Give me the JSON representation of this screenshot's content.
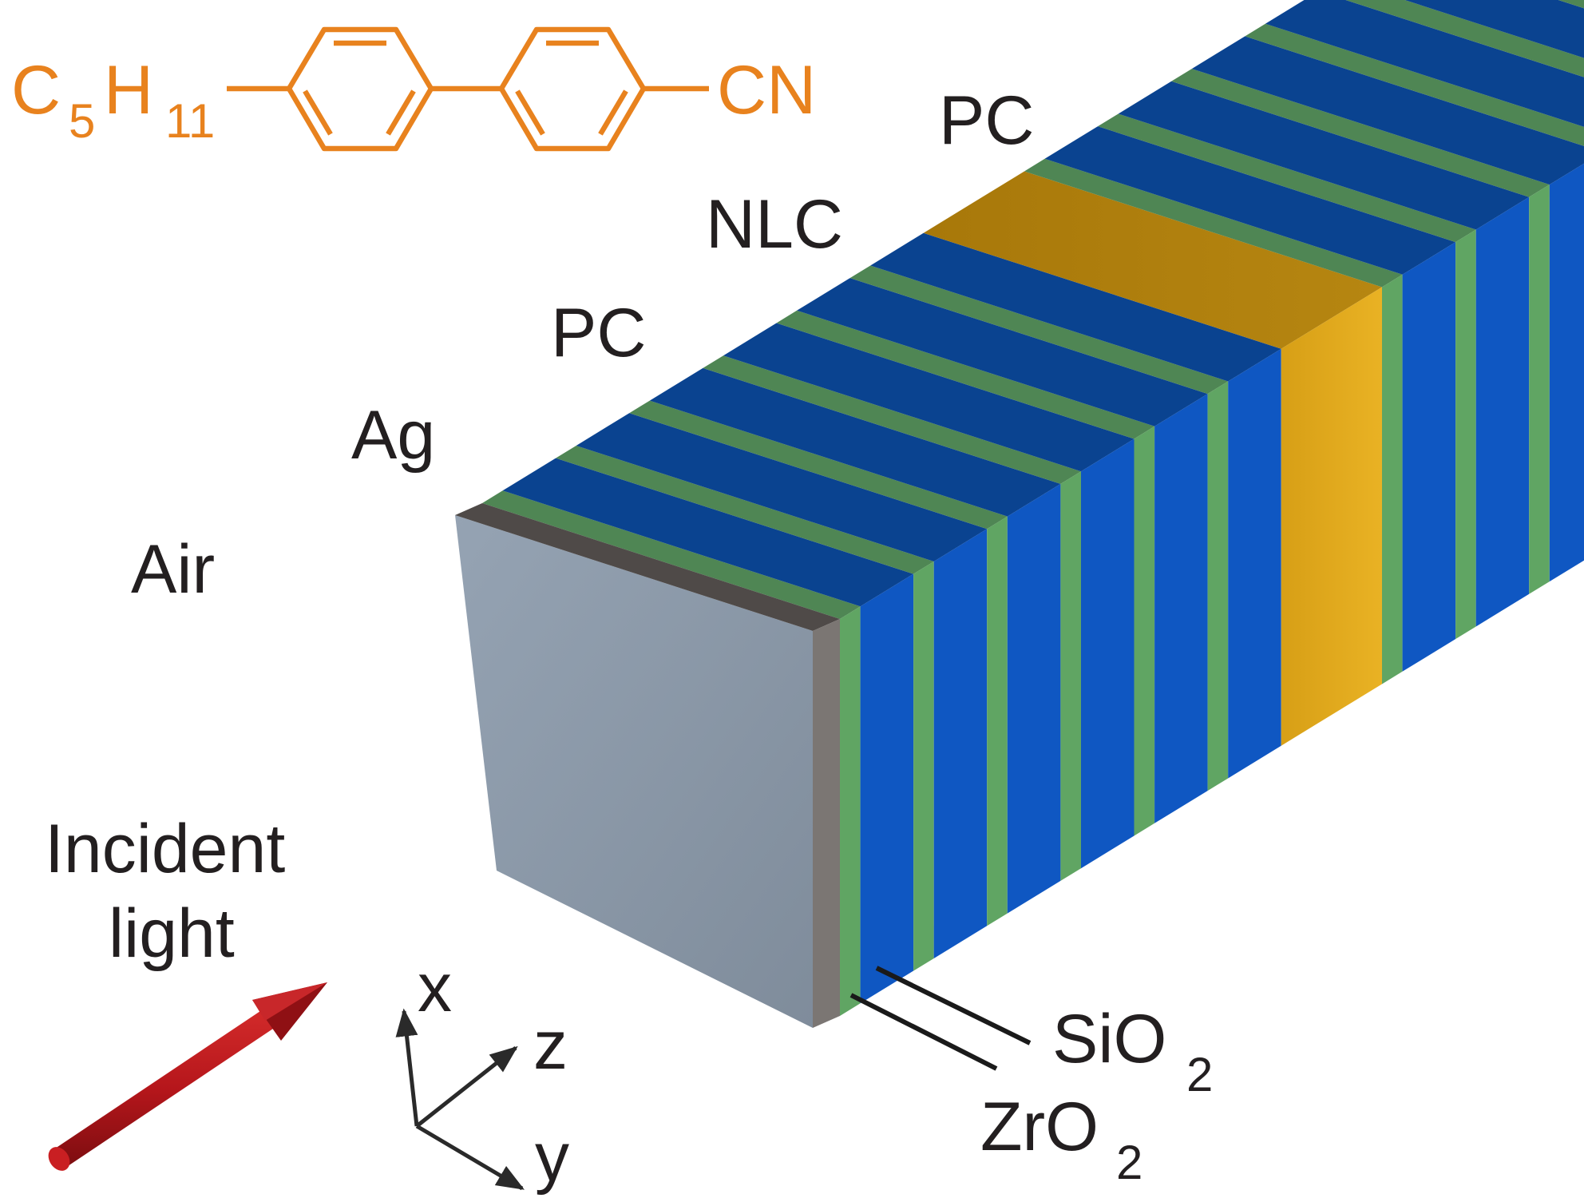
{
  "molecule": {
    "alkyl_main": "C",
    "alkyl_sub1": "5",
    "alkyl_h": "H",
    "alkyl_sub2": "11",
    "nitrile": "CN",
    "color": "#e8821e"
  },
  "labels": {
    "air": "Air",
    "ag": "Ag",
    "pc_left": "PC",
    "nlc": "NLC",
    "pc_right": "PC",
    "incident_line1": "Incident",
    "incident_line2": "light",
    "sio2_main": "SiO",
    "sio2_sub": "2",
    "zro2_main": "ZrO",
    "zro2_sub": "2"
  },
  "axes": {
    "x": "x",
    "y": "y",
    "z": "z"
  },
  "colors": {
    "text": "#231f20",
    "air_front": "#8d9cab",
    "ag": "#6f6a67",
    "zro2": "#5fa462",
    "sio2": "#1558c0",
    "nlc": "#e0a81a",
    "arrow": "#b5161b"
  }
}
